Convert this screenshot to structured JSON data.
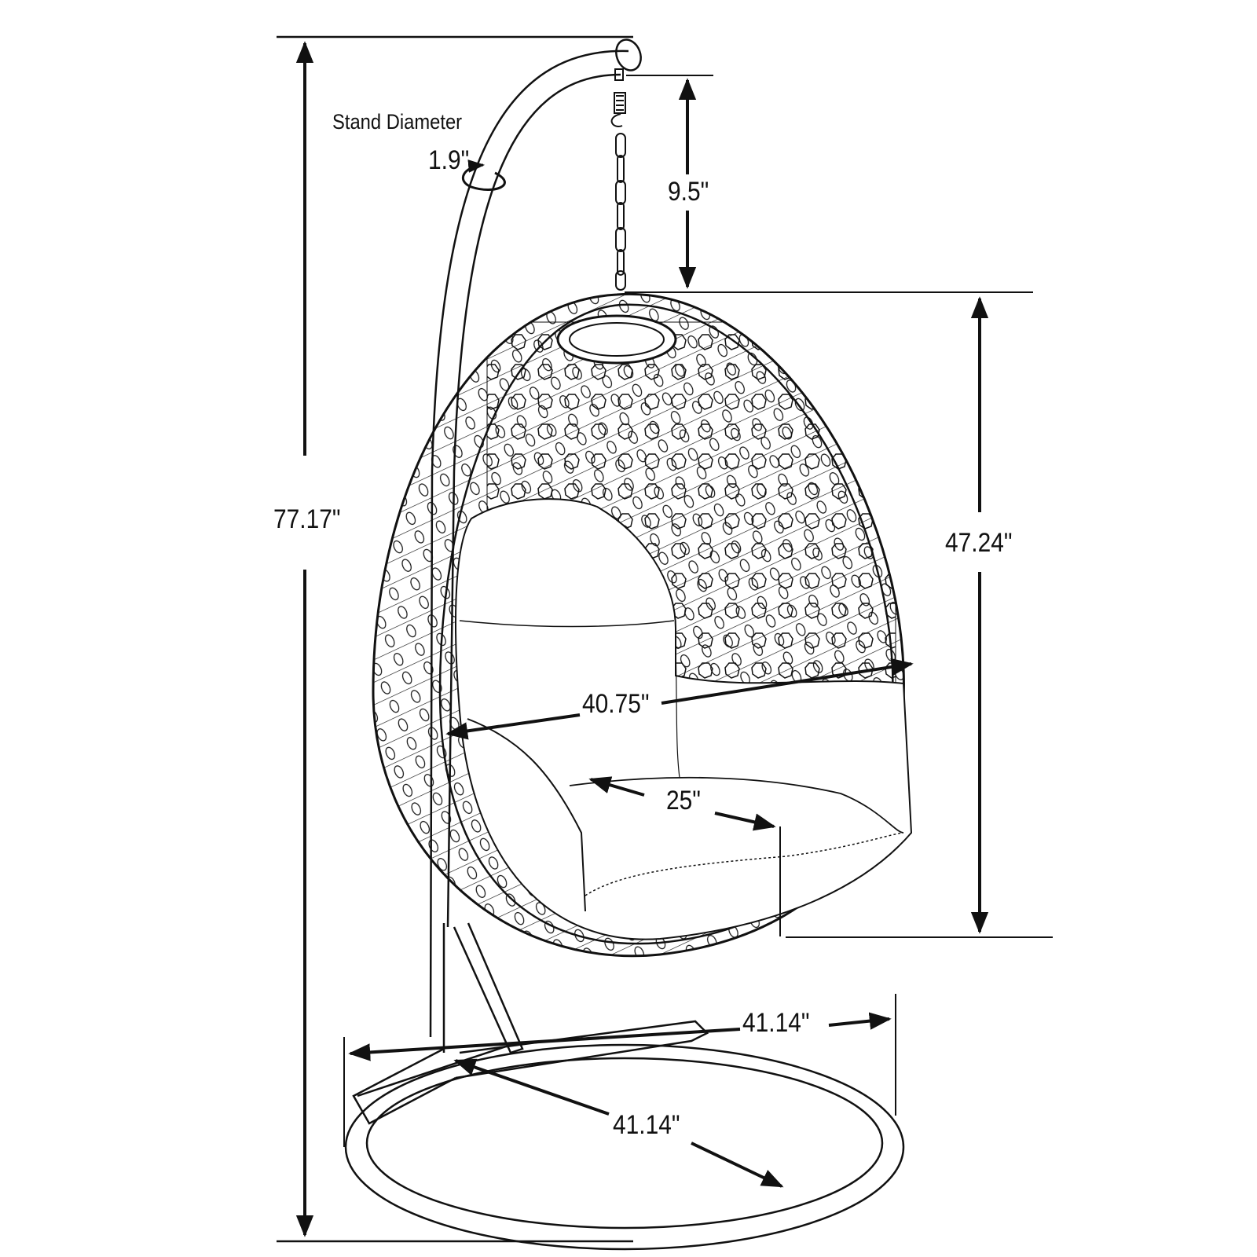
{
  "diagram": {
    "subject": "Hanging egg chair with stand",
    "colors": {
      "line": "#111111",
      "background": "#ffffff"
    },
    "labels": {
      "stand_diameter_title": "Stand Diameter",
      "stand_diameter_value": "1.9\"",
      "chain_length": "9.5\"",
      "overall_height": "77.17\"",
      "chair_height": "47.24\"",
      "chair_width": "40.75\"",
      "seat_depth": "25\"",
      "base_width": "41.14\"",
      "base_depth": "41.14\""
    }
  }
}
